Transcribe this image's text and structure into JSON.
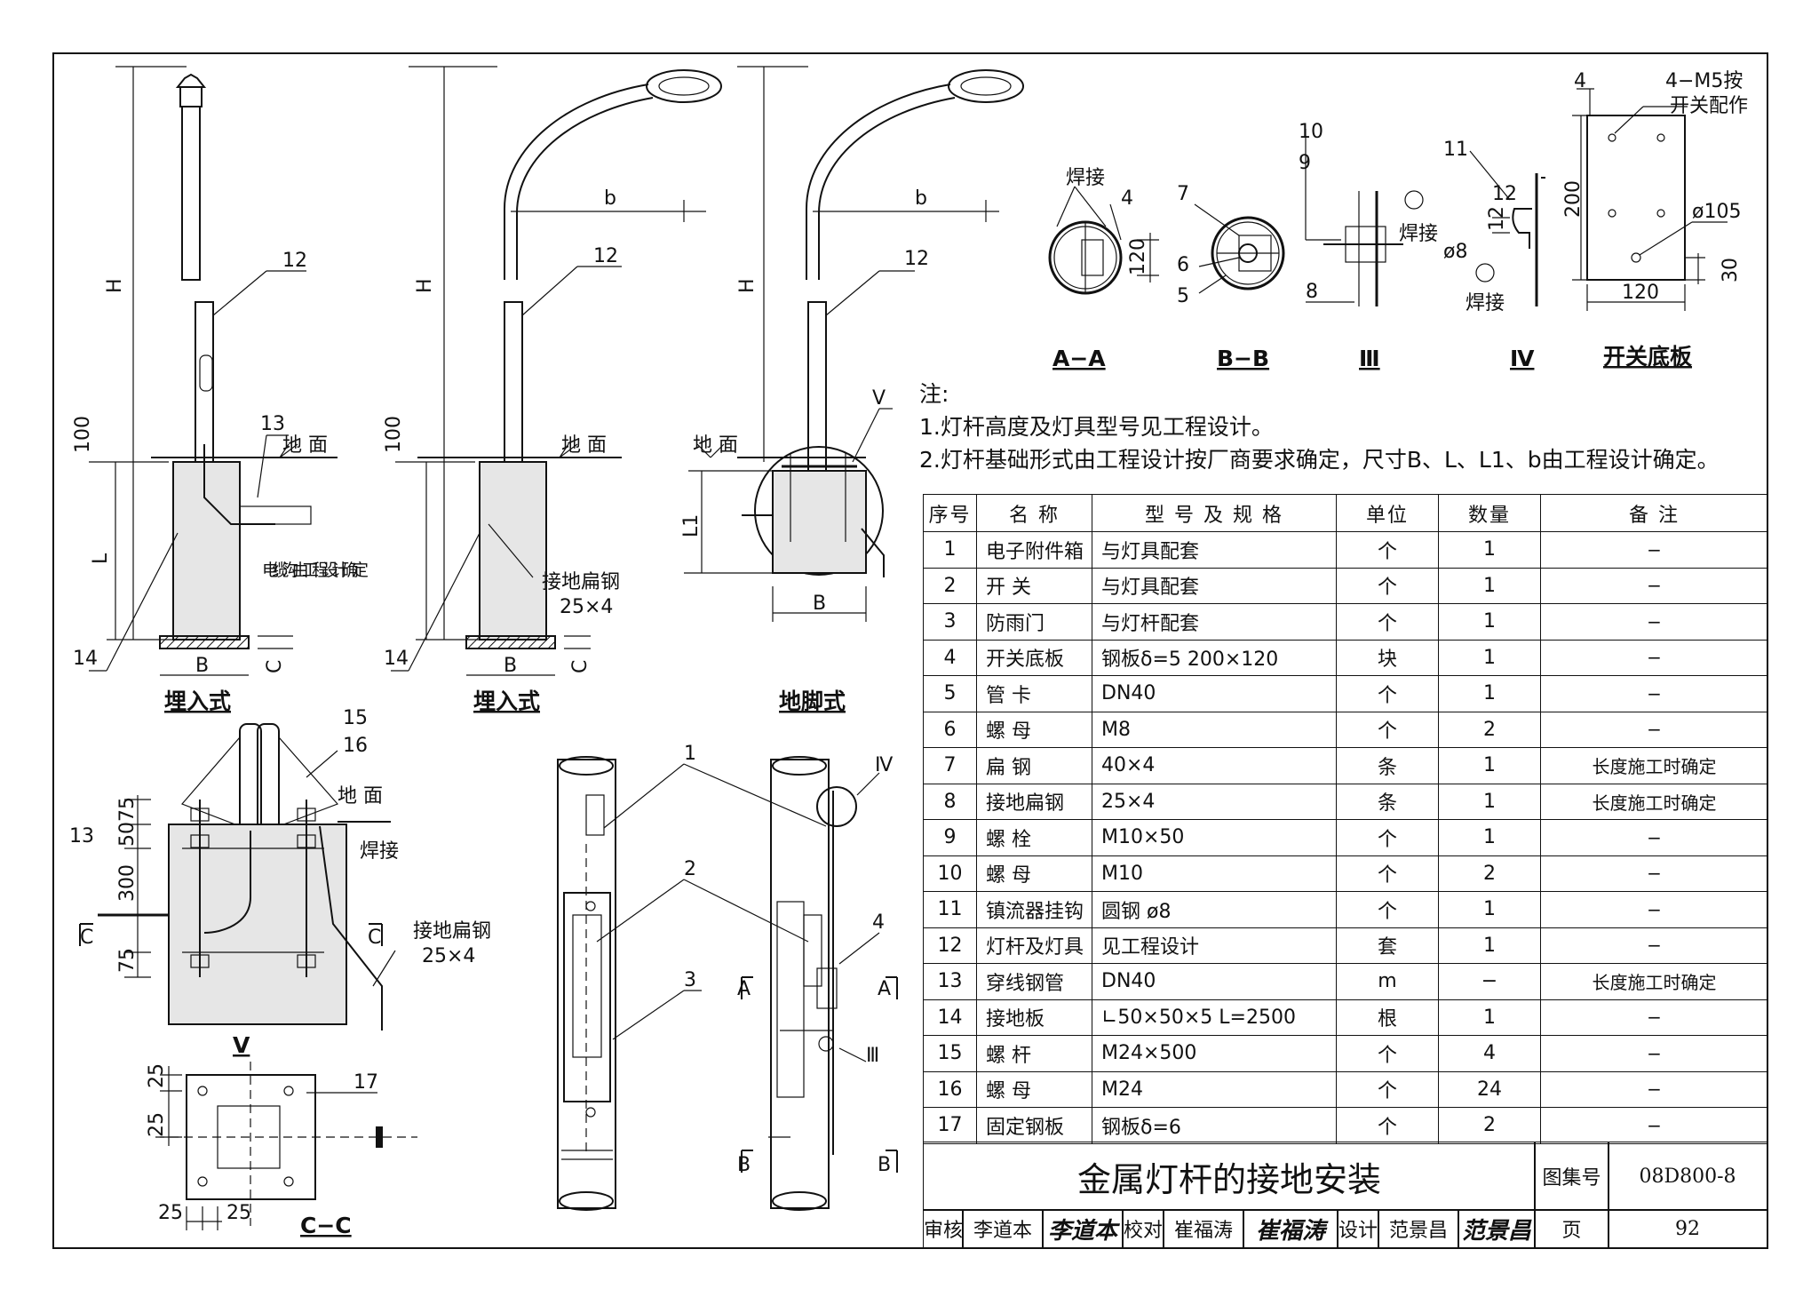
{
  "drawings": {
    "pole_labels": {
      "H": "H",
      "b": "b",
      "dim_100": "100",
      "L": "L",
      "L1": "L1",
      "B": "B",
      "C": "C",
      "ground": "地 面"
    },
    "callouts": {
      "n12": "12",
      "n13": "13",
      "n14": "14",
      "cable_trench": "电缆沟由工程设计确定",
      "ground_steel": "接地扁钢",
      "ground_steel_size": "25×4",
      "n1": "1",
      "n2": "2",
      "n3": "3",
      "n4": "4",
      "n15": "15",
      "n16": "16",
      "n17": "17",
      "weld": "焊接",
      "V": "Ⅴ",
      "IV": "Ⅳ",
      "III": "Ⅲ",
      "A": "A",
      "Bsec": "B",
      "Csec": "C"
    },
    "dims_v": {
      "d75a": "75",
      "d50": "50",
      "d300": "300",
      "d75b": "75"
    },
    "dims_c": {
      "d25a": "25",
      "d25b": "25",
      "d25c": "25",
      "d25d": "25"
    },
    "section_details": {
      "aa": {
        "n4": "4",
        "d120": "120",
        "weld": "焊接"
      },
      "bb": {
        "n7": "7",
        "n6": "6",
        "n5": "5"
      },
      "iii": {
        "n10": "10",
        "n9": "9",
        "n8": "8",
        "weld": "焊接"
      },
      "iv": {
        "n11": "11",
        "d12a": "12",
        "d12b": "12",
        "d8": "ø8",
        "weld": "焊接"
      },
      "switch": {
        "n4": "4",
        "m5a": "4−M5按",
        "m5b": "开关配作",
        "d200": "200",
        "d105": "ø105",
        "d30": "30",
        "d120": "120"
      }
    },
    "titles": {
      "buried1": "埋入式",
      "buried2": "埋入式",
      "anchor": "地脚式",
      "V": "Ⅴ",
      "CC": "C−C",
      "AA": "A−A",
      "BB": "B−B",
      "III": "Ⅲ",
      "IV": "Ⅳ",
      "switch_plate": "开关底板"
    }
  },
  "notes": {
    "heading": "注:",
    "items": [
      "1.灯杆高度及灯具型号见工程设计。",
      "2.灯杆基础形式由工程设计按厂商要求确定，尺寸B、L、L1、b由工程设计确定。"
    ]
  },
  "parts_table": {
    "headers": [
      "序号",
      "名 称",
      "型 号 及 规 格",
      "单位",
      "数量",
      "备 注"
    ],
    "rows": [
      [
        "1",
        "电子附件箱",
        "与灯具配套",
        "个",
        "1",
        "−"
      ],
      [
        "2",
        "开 关",
        "与灯具配套",
        "个",
        "1",
        "−"
      ],
      [
        "3",
        "防雨门",
        "与灯杆配套",
        "个",
        "1",
        "−"
      ],
      [
        "4",
        "开关底板",
        "钢板δ=5 200×120",
        "块",
        "1",
        "−"
      ],
      [
        "5",
        "管 卡",
        "DN40",
        "个",
        "1",
        "−"
      ],
      [
        "6",
        "螺 母",
        "M8",
        "个",
        "2",
        "−"
      ],
      [
        "7",
        "扁 钢",
        "40×4",
        "条",
        "1",
        "长度施工时确定"
      ],
      [
        "8",
        "接地扁钢",
        "25×4",
        "条",
        "1",
        "长度施工时确定"
      ],
      [
        "9",
        "螺 栓",
        "M10×50",
        "个",
        "1",
        "−"
      ],
      [
        "10",
        "螺 母",
        "M10",
        "个",
        "2",
        "−"
      ],
      [
        "11",
        "镇流器挂钩",
        "圆钢 ø8",
        "个",
        "1",
        "−"
      ],
      [
        "12",
        "灯杆及灯具",
        "见工程设计",
        "套",
        "1",
        "−"
      ],
      [
        "13",
        "穿线钢管",
        "DN40",
        "m",
        "−",
        "长度施工时确定"
      ],
      [
        "14",
        "接地板",
        "∟50×50×5 L=2500",
        "根",
        "1",
        "−"
      ],
      [
        "15",
        "螺 杆",
        "M24×500",
        "个",
        "4",
        "−"
      ],
      [
        "16",
        "螺 母",
        "M24",
        "个",
        "24",
        "−"
      ],
      [
        "17",
        "固定钢板",
        "钢板δ=6",
        "个",
        "2",
        "−"
      ]
    ]
  },
  "title_block": {
    "title": "金属灯杆的接地安装",
    "atlas_label": "图集号",
    "atlas_no": "08D800-8",
    "review_label": "审核",
    "reviewer": "李道本",
    "review_sig": "李道本",
    "check_label": "校对",
    "checker": "崔福涛",
    "check_sig": "崔福涛",
    "design_label": "设计",
    "designer": "范景昌",
    "design_sig": "范景昌",
    "page_label": "页",
    "page_no": "92"
  }
}
